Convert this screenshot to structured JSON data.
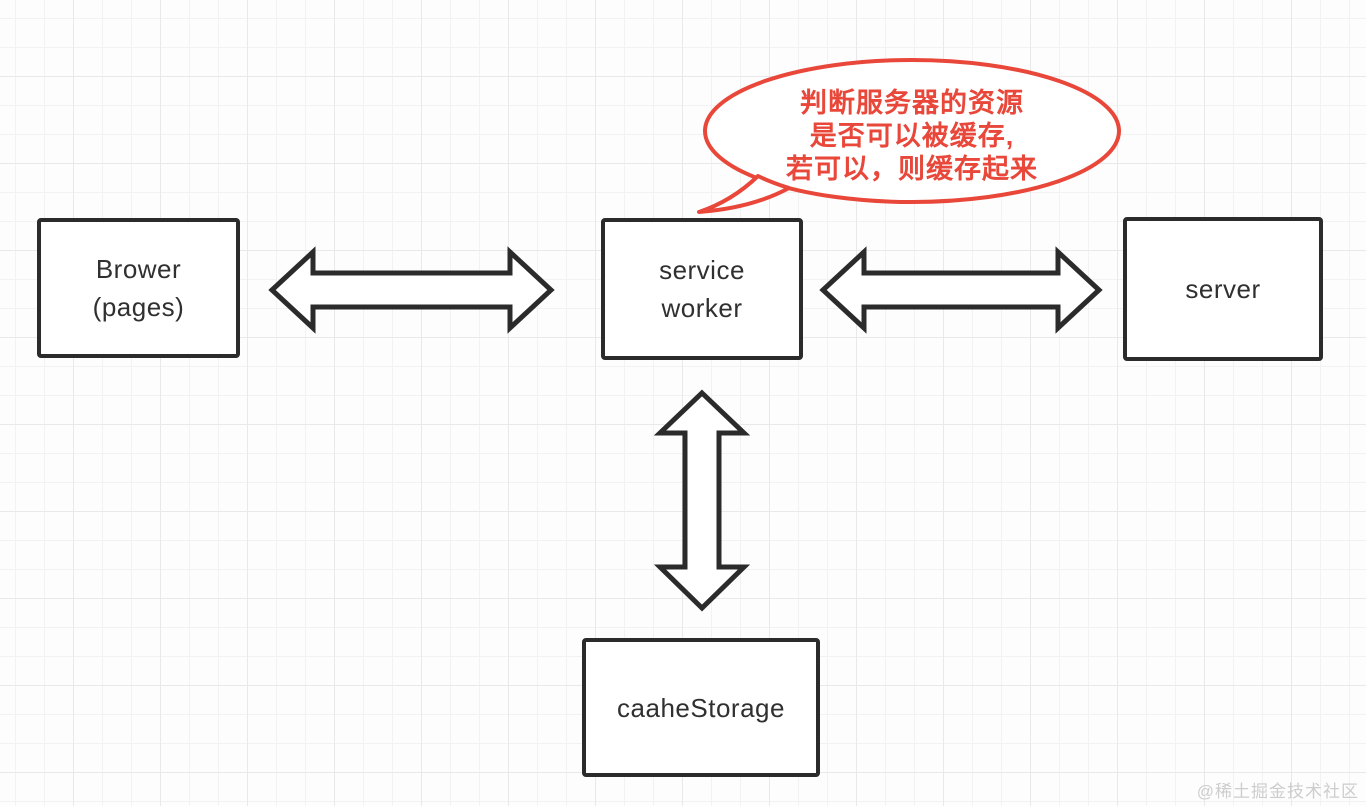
{
  "diagram": {
    "nodes": {
      "browser": {
        "label": "Brower\n(pages)"
      },
      "service_worker": {
        "label": "service\nworker"
      },
      "server": {
        "label": "server"
      },
      "cache_storage": {
        "label": "caaheStorage"
      }
    },
    "callout": {
      "text": "判断服务器的资源\n是否可以被缓存,\n若可以，则缓存起来"
    },
    "watermark": "@稀土掘金技术社区",
    "colors": {
      "node_stroke": "#2b2b2b",
      "node_fill": "#ffffff",
      "callout_red": "#e8473a",
      "text_dark": "#303030",
      "grid_line": "#f0f0f0",
      "background": "#fdfdfd",
      "watermark_gray": "#cdcdcd"
    }
  }
}
